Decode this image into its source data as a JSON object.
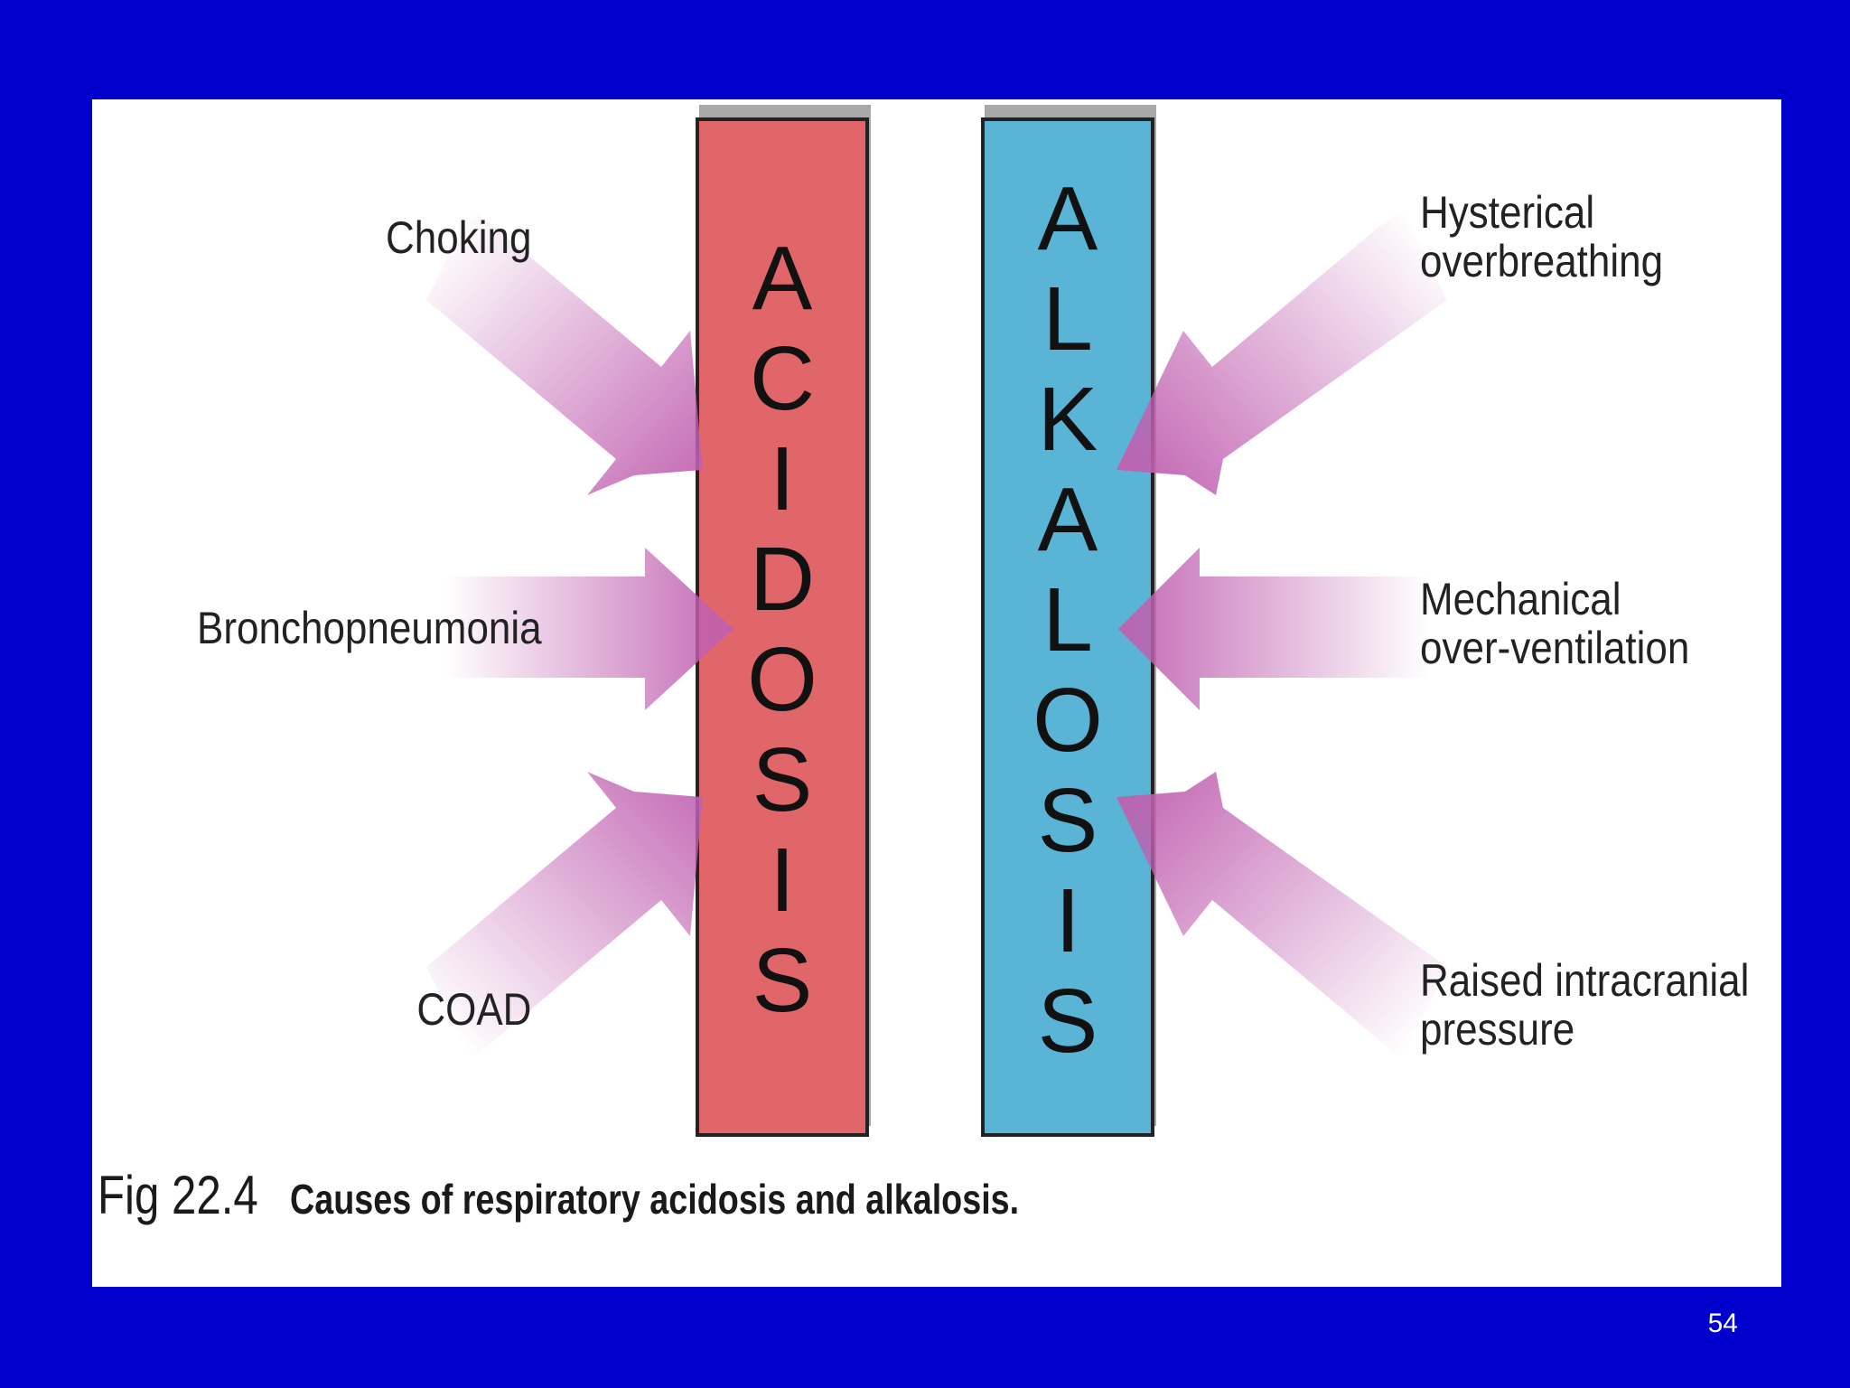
{
  "colors": {
    "background": "#0000cc",
    "panel": "#ffffff",
    "acidosis_bar": "#e0666a",
    "alkalosis_bar": "#5ab4d6",
    "arrow": "#c060b0"
  },
  "diagram": {
    "acidosis_word": "ACIDOSIS",
    "alkalosis_word": "ALKALOSIS",
    "acidosis_causes": [
      {
        "label": "Choking"
      },
      {
        "label": "Bronchopneumonia"
      },
      {
        "label": "COAD"
      }
    ],
    "alkalosis_causes": [
      {
        "line1": "Hysterical",
        "line2": "overbreathing"
      },
      {
        "line1": "Mechanical",
        "line2": "over-ventilation"
      },
      {
        "line1": "Raised intracranial",
        "line2": "pressure"
      }
    ]
  },
  "caption": {
    "fig": "Fig 22.4",
    "text": "Causes of respiratory acidosis and alkalosis."
  },
  "slide": {
    "page_number": "54"
  }
}
